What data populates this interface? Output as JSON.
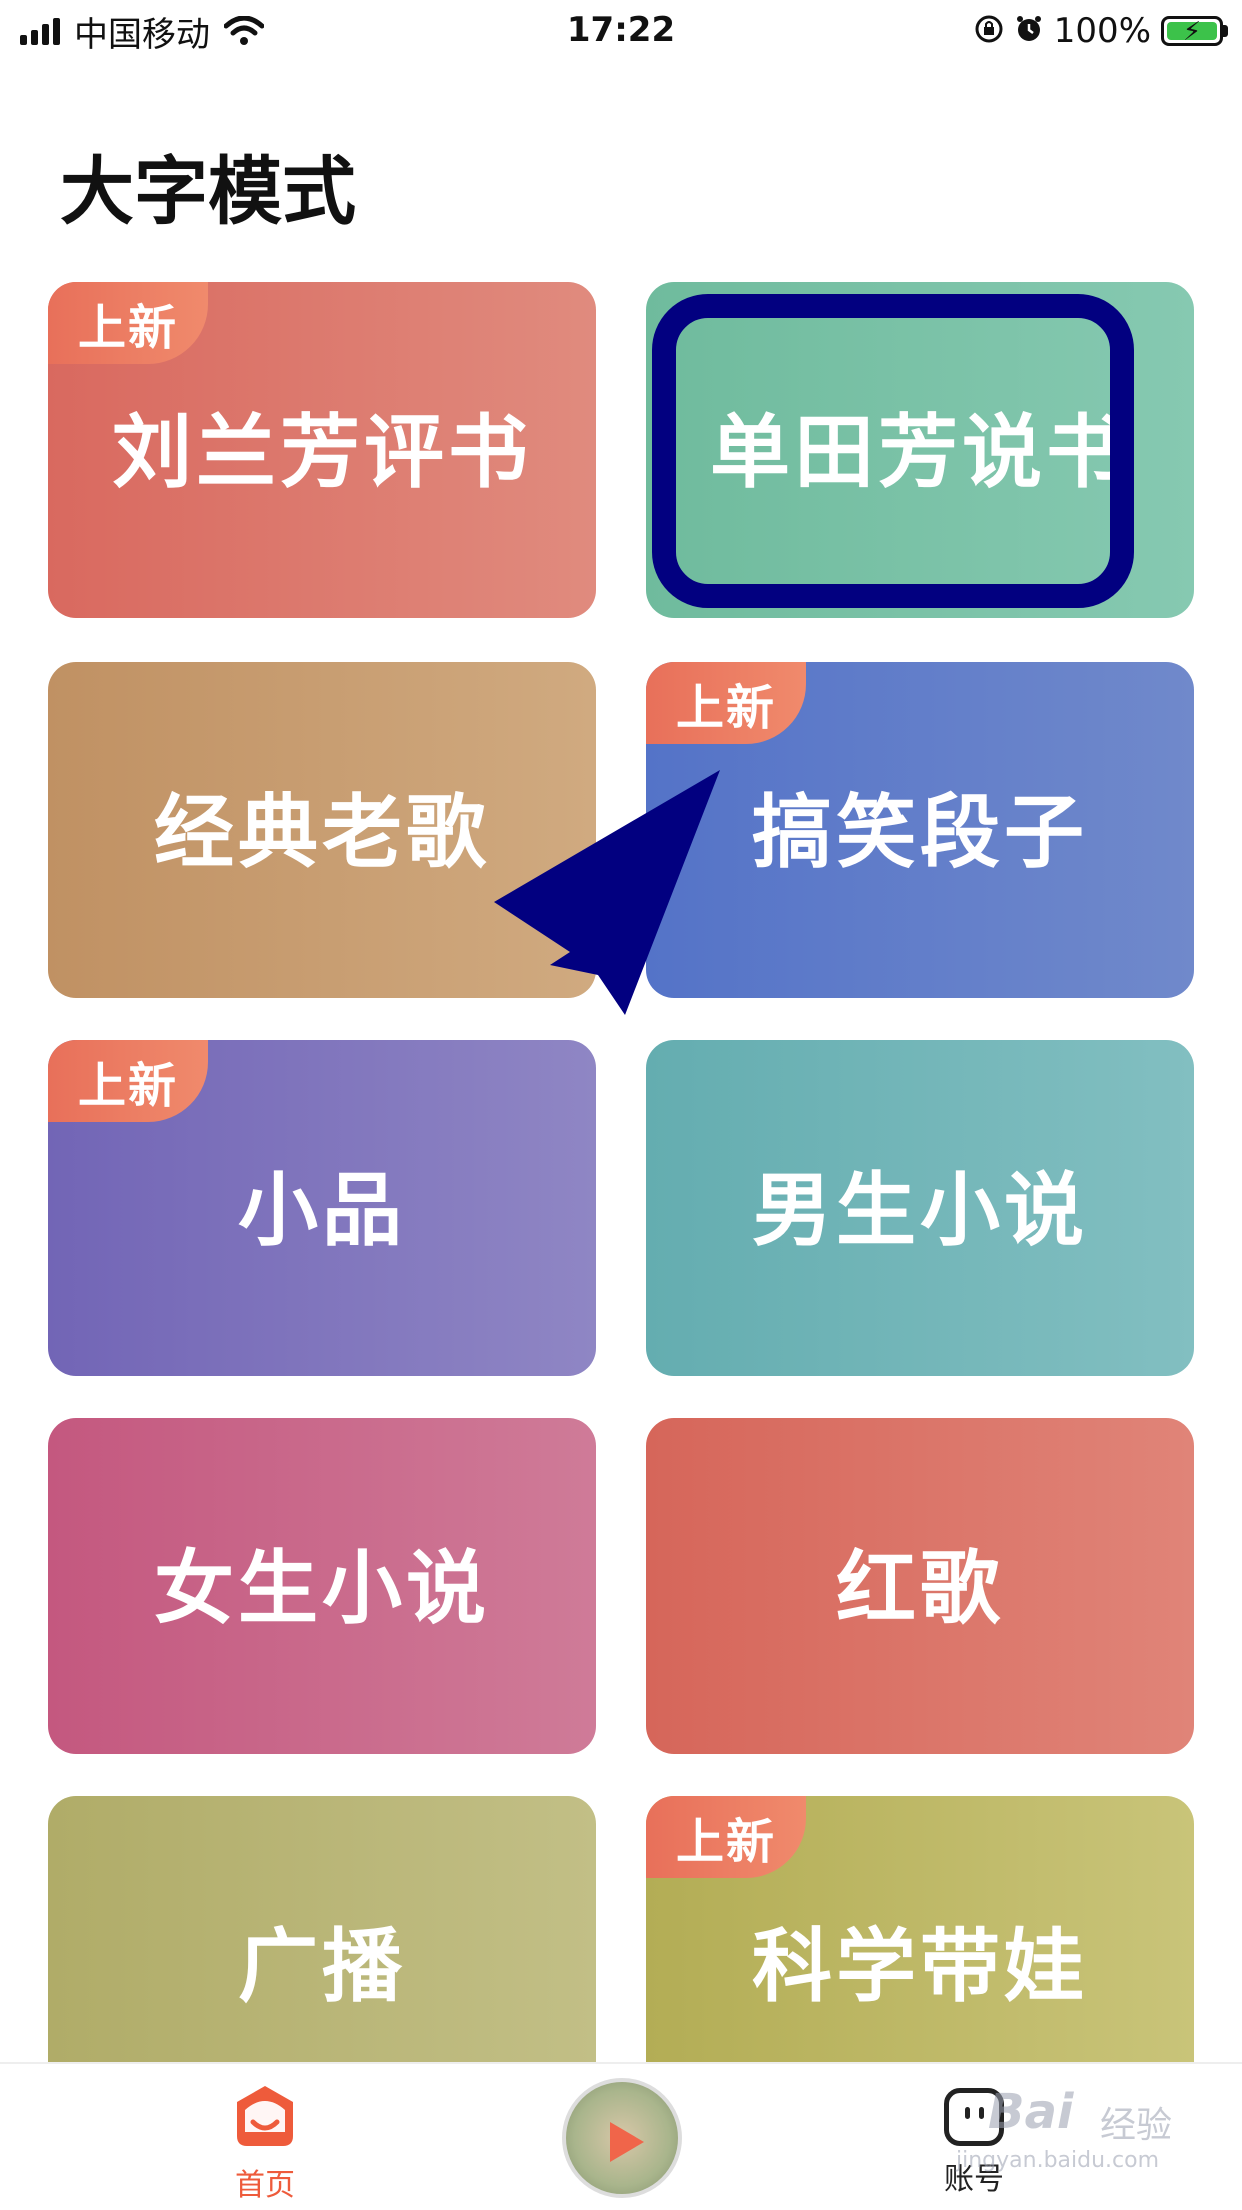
{
  "status_bar": {
    "carrier": "中国移动",
    "time": "17:22",
    "battery_percent": "100%"
  },
  "page": {
    "title": "大字模式"
  },
  "badge_text": "上新",
  "tiles": [
    {
      "label": "刘兰芳评书",
      "badge": true,
      "colors": [
        "#d9695f",
        "#e08b7e"
      ]
    },
    {
      "label": "单田芳说书",
      "badge": false,
      "colors": [
        "#6fbb9d",
        "#86c9b1"
      ],
      "highlighted": true
    },
    {
      "label": "经典老歌",
      "badge": false,
      "colors": [
        "#c09163",
        "#d0aa80"
      ]
    },
    {
      "label": "搞笑段子",
      "badge": true,
      "colors": [
        "#5473c8",
        "#7089cb"
      ]
    },
    {
      "label": "小品",
      "badge": true,
      "colors": [
        "#7265b6",
        "#8f86c4"
      ]
    },
    {
      "label": "男生小说",
      "badge": false,
      "colors": [
        "#64adb0",
        "#82bfc1"
      ]
    },
    {
      "label": "女生小说",
      "badge": false,
      "colors": [
        "#c4587f",
        "#cf7b98"
      ]
    },
    {
      "label": "红歌",
      "badge": false,
      "colors": [
        "#d6665a",
        "#e08478"
      ]
    },
    {
      "label": "广播",
      "badge": false,
      "colors": [
        "#b0ac68",
        "#c2bf86"
      ]
    },
    {
      "label": "科学带娃",
      "badge": true,
      "colors": [
        "#b3ad55",
        "#c9c479"
      ]
    }
  ],
  "tab_bar": {
    "home_label": "首页",
    "account_label": "账号",
    "accent": "#ee5b3b"
  },
  "watermark": {
    "brand": "Bai",
    "exp": "经验",
    "url": "jingyan.baidu.com"
  }
}
